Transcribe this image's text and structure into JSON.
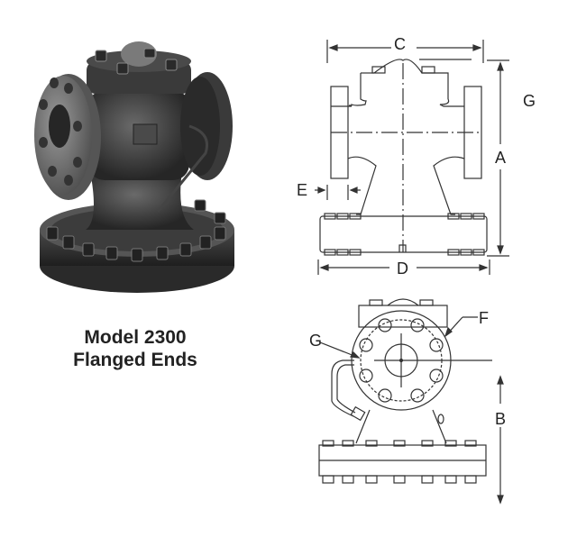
{
  "caption": {
    "line1": "Model 2300",
    "line2": "Flanged Ends"
  },
  "photo": {
    "subject": "flanged pressure regulating valve photograph"
  },
  "side_view": {
    "labels": {
      "C": "C",
      "G": "G",
      "A": "A",
      "E": "E",
      "D": "D"
    }
  },
  "end_view": {
    "labels": {
      "G": "G",
      "F": "F",
      "B": "B"
    }
  },
  "colors": {
    "line": "#333333",
    "body_dark": "#3a3a3a",
    "body_mid": "#555555",
    "highlight": "#8a8a8a"
  }
}
